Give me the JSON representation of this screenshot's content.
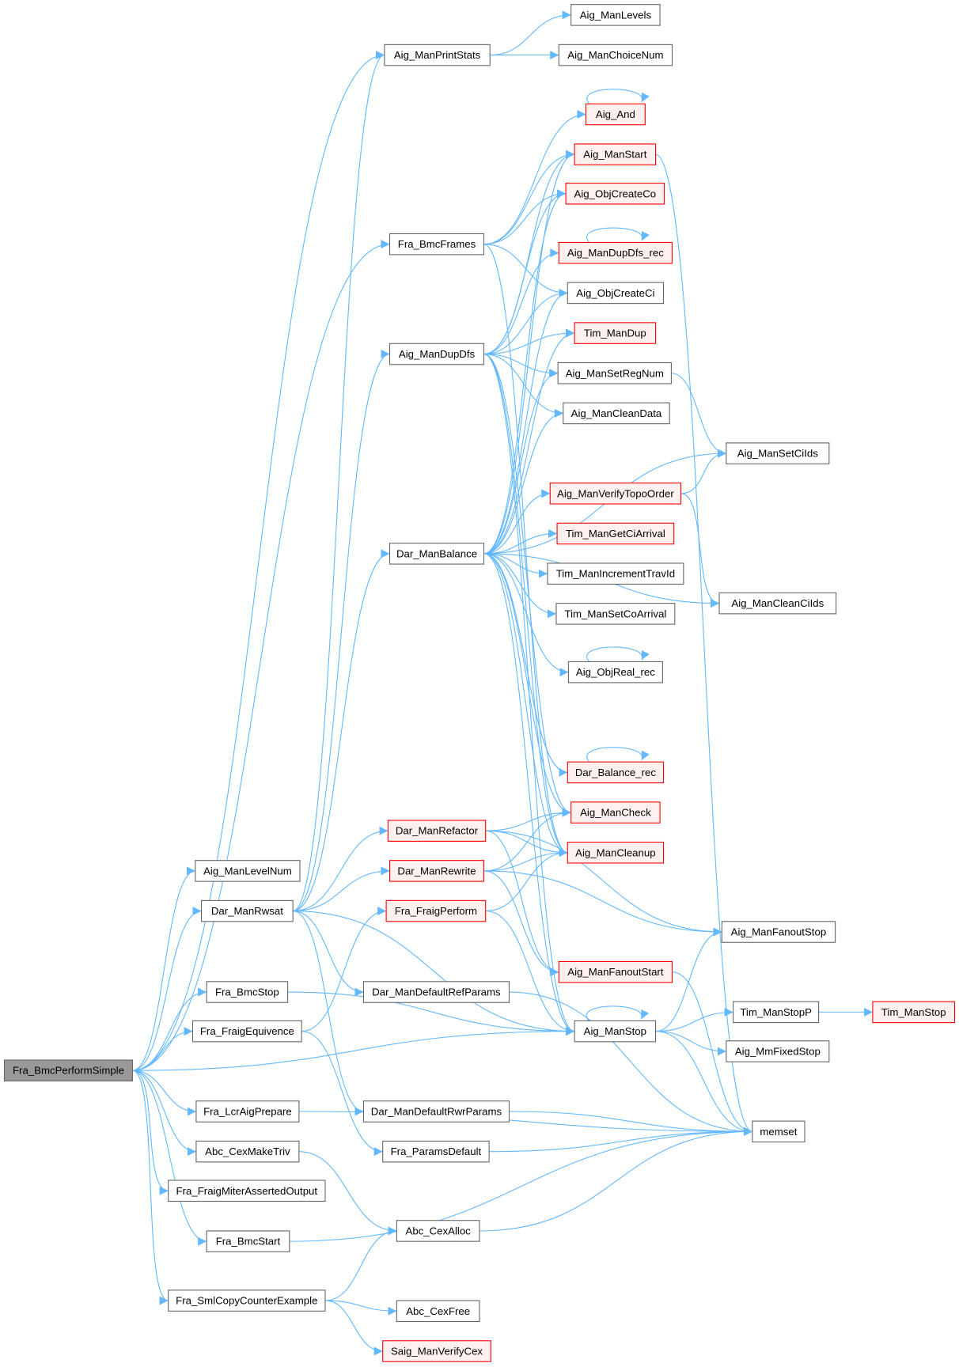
{
  "title": "Fra_BmcPerformSimple call graph",
  "colors": {
    "edge": "#63b8ff",
    "root_fill": "#999999",
    "warn_border": "#ff0000",
    "warn_fill": "#fff0f0",
    "border": "#666666"
  },
  "nodes": [
    {
      "id": "Fra_BmcPerformSimple",
      "label": "Fra_BmcPerformSimple",
      "style": "root"
    },
    {
      "id": "Aig_ManLevelNum",
      "label": "Aig_ManLevelNum",
      "style": "normal"
    },
    {
      "id": "Dar_ManRwsat",
      "label": "Dar_ManRwsat",
      "style": "normal"
    },
    {
      "id": "Fra_BmcStop",
      "label": "Fra_BmcStop",
      "style": "normal"
    },
    {
      "id": "Fra_FraigEquivence",
      "label": "Fra_FraigEquivence",
      "style": "normal"
    },
    {
      "id": "Fra_LcrAigPrepare",
      "label": "Fra_LcrAigPrepare",
      "style": "normal"
    },
    {
      "id": "Abc_CexMakeTriv",
      "label": "Abc_CexMakeTriv",
      "style": "normal"
    },
    {
      "id": "Fra_FraigMiterAssertedOutput",
      "label": "Fra_FraigMiterAssertedOutput",
      "style": "normal"
    },
    {
      "id": "Fra_BmcStart",
      "label": "Fra_BmcStart",
      "style": "normal"
    },
    {
      "id": "Fra_SmlCopyCounterExample",
      "label": "Fra_SmlCopyCounterExample",
      "style": "normal"
    },
    {
      "id": "Aig_ManPrintStats",
      "label": "Aig_ManPrintStats",
      "style": "normal"
    },
    {
      "id": "Fra_BmcFrames",
      "label": "Fra_BmcFrames",
      "style": "normal"
    },
    {
      "id": "Aig_ManDupDfs",
      "label": "Aig_ManDupDfs",
      "style": "normal"
    },
    {
      "id": "Dar_ManBalance",
      "label": "Dar_ManBalance",
      "style": "normal"
    },
    {
      "id": "Dar_ManRefactor",
      "label": "Dar_ManRefactor",
      "style": "red"
    },
    {
      "id": "Dar_ManRewrite",
      "label": "Dar_ManRewrite",
      "style": "red"
    },
    {
      "id": "Fra_FraigPerform",
      "label": "Fra_FraigPerform",
      "style": "red"
    },
    {
      "id": "Dar_ManDefaultRefParams",
      "label": "Dar_ManDefaultRefParams",
      "style": "normal"
    },
    {
      "id": "Dar_ManDefaultRwrParams",
      "label": "Dar_ManDefaultRwrParams",
      "style": "normal"
    },
    {
      "id": "Fra_ParamsDefault",
      "label": "Fra_ParamsDefault",
      "style": "normal"
    },
    {
      "id": "Abc_CexAlloc",
      "label": "Abc_CexAlloc",
      "style": "normal"
    },
    {
      "id": "Abc_CexFree",
      "label": "Abc_CexFree",
      "style": "normal"
    },
    {
      "id": "Saig_ManVerifyCex",
      "label": "Saig_ManVerifyCex",
      "style": "red"
    },
    {
      "id": "Aig_ManLevels",
      "label": "Aig_ManLevels",
      "style": "normal"
    },
    {
      "id": "Aig_ManChoiceNum",
      "label": "Aig_ManChoiceNum",
      "style": "normal"
    },
    {
      "id": "Aig_And",
      "label": "Aig_And",
      "style": "red"
    },
    {
      "id": "Aig_ManStart",
      "label": "Aig_ManStart",
      "style": "red"
    },
    {
      "id": "Aig_ObjCreateCo",
      "label": "Aig_ObjCreateCo",
      "style": "red"
    },
    {
      "id": "Aig_ManDupDfs_rec",
      "label": "Aig_ManDupDfs_rec",
      "style": "red"
    },
    {
      "id": "Aig_ObjCreateCi",
      "label": "Aig_ObjCreateCi",
      "style": "normal"
    },
    {
      "id": "Tim_ManDup",
      "label": "Tim_ManDup",
      "style": "red"
    },
    {
      "id": "Aig_ManSetRegNum",
      "label": "Aig_ManSetRegNum",
      "style": "normal"
    },
    {
      "id": "Aig_ManCleanData",
      "label": "Aig_ManCleanData",
      "style": "normal"
    },
    {
      "id": "Aig_ManVerifyTopoOrder",
      "label": "Aig_ManVerifyTopoOrder",
      "style": "red"
    },
    {
      "id": "Tim_ManGetCiArrival",
      "label": "Tim_ManGetCiArrival",
      "style": "red"
    },
    {
      "id": "Tim_ManIncrementTravId",
      "label": "Tim_ManIncrementTravId",
      "style": "normal"
    },
    {
      "id": "Tim_ManSetCoArrival",
      "label": "Tim_ManSetCoArrival",
      "style": "normal"
    },
    {
      "id": "Aig_ObjReal_rec",
      "label": "Aig_ObjReal_rec",
      "style": "normal"
    },
    {
      "id": "Dar_Balance_rec",
      "label": "Dar_Balance_rec",
      "style": "red"
    },
    {
      "id": "Aig_ManCheck",
      "label": "Aig_ManCheck",
      "style": "red"
    },
    {
      "id": "Aig_ManCleanup",
      "label": "Aig_ManCleanup",
      "style": "red"
    },
    {
      "id": "Aig_ManFanoutStart",
      "label": "Aig_ManFanoutStart",
      "style": "red"
    },
    {
      "id": "Aig_ManStop",
      "label": "Aig_ManStop",
      "style": "normal"
    },
    {
      "id": "Aig_ManSetCiIds",
      "label": "Aig_ManSetCiIds",
      "style": "normal"
    },
    {
      "id": "Aig_ManCleanCiIds",
      "label": "Aig_ManCleanCiIds",
      "style": "normal"
    },
    {
      "id": "Aig_ManFanoutStop",
      "label": "Aig_ManFanoutStop",
      "style": "normal"
    },
    {
      "id": "Tim_ManStopP",
      "label": "Tim_ManStopP",
      "style": "normal"
    },
    {
      "id": "Aig_MmFixedStop",
      "label": "Aig_MmFixedStop",
      "style": "normal"
    },
    {
      "id": "memset",
      "label": "memset",
      "style": "normal"
    },
    {
      "id": "Tim_ManStop",
      "label": "Tim_ManStop",
      "style": "red"
    }
  ],
  "edges": [
    [
      "Fra_BmcPerformSimple",
      "Aig_ManPrintStats"
    ],
    [
      "Fra_BmcPerformSimple",
      "Fra_BmcFrames"
    ],
    [
      "Fra_BmcPerformSimple",
      "Aig_ManLevelNum"
    ],
    [
      "Fra_BmcPerformSimple",
      "Dar_ManRwsat"
    ],
    [
      "Fra_BmcPerformSimple",
      "Fra_BmcStop"
    ],
    [
      "Fra_BmcPerformSimple",
      "Fra_FraigEquivence"
    ],
    [
      "Fra_BmcPerformSimple",
      "Aig_ManStop"
    ],
    [
      "Fra_BmcPerformSimple",
      "Fra_LcrAigPrepare"
    ],
    [
      "Fra_BmcPerformSimple",
      "Abc_CexMakeTriv"
    ],
    [
      "Fra_BmcPerformSimple",
      "Fra_FraigMiterAssertedOutput"
    ],
    [
      "Fra_BmcPerformSimple",
      "Fra_BmcStart"
    ],
    [
      "Fra_BmcPerformSimple",
      "Fra_SmlCopyCounterExample"
    ],
    [
      "Aig_ManPrintStats",
      "Aig_ManLevels"
    ],
    [
      "Aig_ManPrintStats",
      "Aig_ManChoiceNum"
    ],
    [
      "Fra_BmcFrames",
      "Aig_And"
    ],
    [
      "Fra_BmcFrames",
      "Aig_ManStart"
    ],
    [
      "Fra_BmcFrames",
      "Aig_ObjCreateCo"
    ],
    [
      "Fra_BmcFrames",
      "Aig_ObjCreateCi"
    ],
    [
      "Fra_BmcFrames",
      "Aig_ManCleanup"
    ],
    [
      "Aig_ManDupDfs",
      "Aig_ManStart"
    ],
    [
      "Aig_ManDupDfs",
      "Aig_ObjCreateCo"
    ],
    [
      "Aig_ManDupDfs",
      "Aig_ManDupDfs_rec"
    ],
    [
      "Aig_ManDupDfs",
      "Aig_ObjCreateCi"
    ],
    [
      "Aig_ManDupDfs",
      "Tim_ManDup"
    ],
    [
      "Aig_ManDupDfs",
      "Aig_ManSetRegNum"
    ],
    [
      "Aig_ManDupDfs",
      "Aig_ManCleanData"
    ],
    [
      "Aig_ManDupDfs",
      "Aig_ManCheck"
    ],
    [
      "Aig_ManDupDfs",
      "Aig_ManCleanup"
    ],
    [
      "Aig_ManDupDfs",
      "Aig_ManStop"
    ],
    [
      "Dar_ManBalance",
      "Aig_ManStart"
    ],
    [
      "Dar_ManBalance",
      "Aig_ObjCreateCo"
    ],
    [
      "Dar_ManBalance",
      "Aig_ObjCreateCi"
    ],
    [
      "Dar_ManBalance",
      "Tim_ManDup"
    ],
    [
      "Dar_ManBalance",
      "Aig_ManSetRegNum"
    ],
    [
      "Dar_ManBalance",
      "Aig_ManCleanData"
    ],
    [
      "Dar_ManBalance",
      "Aig_ManSetCiIds"
    ],
    [
      "Dar_ManBalance",
      "Aig_ManVerifyTopoOrder"
    ],
    [
      "Dar_ManBalance",
      "Tim_ManGetCiArrival"
    ],
    [
      "Dar_ManBalance",
      "Tim_ManIncrementTravId"
    ],
    [
      "Dar_ManBalance",
      "Tim_ManSetCoArrival"
    ],
    [
      "Dar_ManBalance",
      "Aig_ObjReal_rec"
    ],
    [
      "Dar_ManBalance",
      "Aig_ManCleanCiIds"
    ],
    [
      "Dar_ManBalance",
      "Dar_Balance_rec"
    ],
    [
      "Dar_ManBalance",
      "Aig_ManCheck"
    ],
    [
      "Dar_ManBalance",
      "Aig_ManCleanup"
    ],
    [
      "Dar_ManBalance",
      "Aig_ManStop"
    ],
    [
      "Dar_ManRwsat",
      "Aig_ManPrintStats"
    ],
    [
      "Dar_ManRwsat",
      "Aig_ManDupDfs"
    ],
    [
      "Dar_ManRwsat",
      "Dar_ManBalance"
    ],
    [
      "Dar_ManRwsat",
      "Dar_ManRefactor"
    ],
    [
      "Dar_ManRwsat",
      "Dar_ManRewrite"
    ],
    [
      "Dar_ManRwsat",
      "Dar_ManDefaultRefParams"
    ],
    [
      "Dar_ManRwsat",
      "Dar_ManDefaultRwrParams"
    ],
    [
      "Dar_ManRwsat",
      "Aig_ManStop"
    ],
    [
      "Dar_ManRefactor",
      "Aig_ManCheck"
    ],
    [
      "Dar_ManRefactor",
      "Aig_ManCleanup"
    ],
    [
      "Dar_ManRefactor",
      "Aig_ManFanoutStart"
    ],
    [
      "Dar_ManRefactor",
      "Aig_ManFanoutStop"
    ],
    [
      "Dar_ManRewrite",
      "Aig_ManCheck"
    ],
    [
      "Dar_ManRewrite",
      "Aig_ManCleanup"
    ],
    [
      "Dar_ManRewrite",
      "Aig_ManFanoutStart"
    ],
    [
      "Dar_ManRewrite",
      "Aig_ManFanoutStop"
    ],
    [
      "Fra_FraigPerform",
      "Aig_ManCleanup"
    ],
    [
      "Fra_FraigPerform",
      "Aig_ManStop"
    ],
    [
      "Fra_BmcStop",
      "Aig_ManStop"
    ],
    [
      "Fra_FraigEquivence",
      "Fra_FraigPerform"
    ],
    [
      "Fra_FraigEquivence",
      "Fra_ParamsDefault"
    ],
    [
      "Fra_LcrAigPrepare",
      "memset"
    ],
    [
      "Abc_CexMakeTriv",
      "Abc_CexAlloc"
    ],
    [
      "Fra_BmcStart",
      "memset"
    ],
    [
      "Fra_SmlCopyCounterExample",
      "Abc_CexAlloc"
    ],
    [
      "Fra_SmlCopyCounterExample",
      "Abc_CexFree"
    ],
    [
      "Fra_SmlCopyCounterExample",
      "Saig_ManVerifyCex"
    ],
    [
      "Dar_ManDefaultRefParams",
      "memset"
    ],
    [
      "Dar_ManDefaultRwrParams",
      "memset"
    ],
    [
      "Fra_ParamsDefault",
      "memset"
    ],
    [
      "Abc_CexAlloc",
      "memset"
    ],
    [
      "Aig_ManStart",
      "memset"
    ],
    [
      "Aig_ManSetRegNum",
      "Aig_ManSetCiIds"
    ],
    [
      "Aig_ManVerifyTopoOrder",
      "Aig_ManSetCiIds"
    ],
    [
      "Aig_ManVerifyTopoOrder",
      "Aig_ManCleanCiIds"
    ],
    [
      "Aig_ManFanoutStart",
      "memset"
    ],
    [
      "Aig_ManStop",
      "Aig_ManFanoutStop"
    ],
    [
      "Aig_ManStop",
      "Tim_ManStopP"
    ],
    [
      "Aig_ManStop",
      "Aig_MmFixedStop"
    ],
    [
      "Aig_ManStop",
      "memset"
    ],
    [
      "Tim_ManStopP",
      "Tim_ManStop"
    ],
    [
      "Aig_And",
      "Aig_And"
    ],
    [
      "Aig_ManDupDfs_rec",
      "Aig_ManDupDfs_rec"
    ],
    [
      "Aig_ObjReal_rec",
      "Aig_ObjReal_rec"
    ],
    [
      "Dar_Balance_rec",
      "Dar_Balance_rec"
    ],
    [
      "Aig_ManStop",
      "Aig_ManStop"
    ]
  ]
}
